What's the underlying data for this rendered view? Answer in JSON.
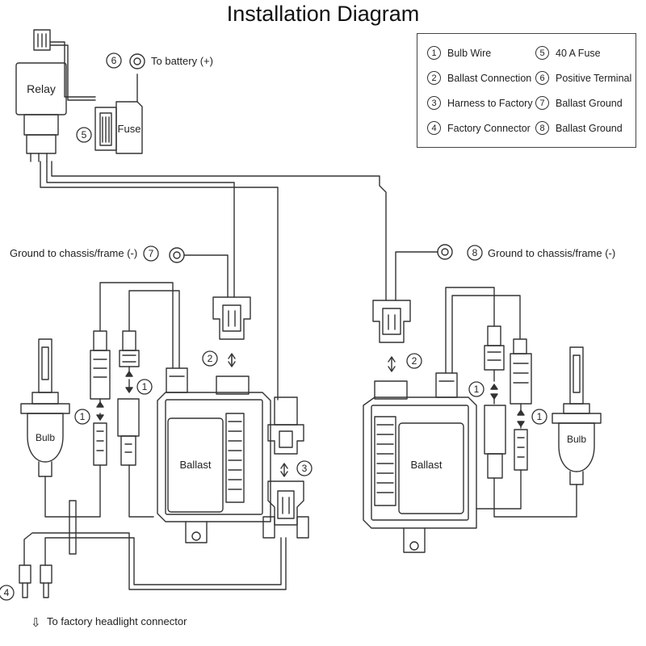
{
  "title": "Installation Diagram",
  "legend": [
    {
      "num": "1",
      "label": "Bulb Wire"
    },
    {
      "num": "2",
      "label": "Ballast Connection"
    },
    {
      "num": "3",
      "label": "Harness to Factory"
    },
    {
      "num": "4",
      "label": "Factory Connector"
    },
    {
      "num": "5",
      "label": "40 A Fuse"
    },
    {
      "num": "6",
      "label": "Positive Terminal"
    },
    {
      "num": "7",
      "label": "Ballast Ground"
    },
    {
      "num": "8",
      "label": "Ballast Ground"
    }
  ],
  "labels": {
    "to_battery": "To battery (+)",
    "ground_left": "Ground to chassis/frame (-)",
    "ground_right": "Ground to chassis/frame (-)",
    "to_factory": "To factory headlight connector",
    "relay": "Relay",
    "fuse": "Fuse",
    "ballast_left": "Ballast",
    "ballast_right": "Ballast",
    "bulb_left": "Bulb",
    "bulb_right": "Bulb",
    "arrow_down": "⇩"
  },
  "markers": {
    "m1": "1",
    "m2": "2",
    "m3": "3",
    "m4": "4",
    "m5": "5",
    "m6": "6",
    "m7": "7",
    "m8": "8"
  }
}
